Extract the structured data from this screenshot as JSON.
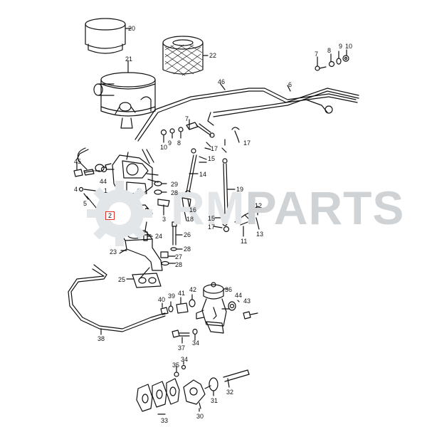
{
  "watermark": {
    "brand_a": "RM",
    "brand_b": "PARTS"
  },
  "callouts": {
    "c20": "20",
    "c21": "21",
    "c22": "22",
    "c46": "46",
    "c6": "6",
    "c7": "7",
    "c8a": "8",
    "c9a": "9",
    "c10a": "10",
    "c10b": "10",
    "c9b": "9",
    "c8b": "8",
    "c7b": "7",
    "c17a": "17",
    "c17b": "17",
    "c15a": "15",
    "c14": "14",
    "c45": "45",
    "c44": "44",
    "c4": "4",
    "c1": "1",
    "c5": "5",
    "c3": "3",
    "c29": "29",
    "c28a": "28",
    "c16": "16",
    "c18": "18",
    "c19": "19",
    "c15b": "15",
    "c17c": "17",
    "c12": "12",
    "c13": "13",
    "c11": "11",
    "c2": "2",
    "c24": "24",
    "c26": "26",
    "c23": "23",
    "c28b": "28",
    "c27": "27",
    "c28c": "28",
    "c25": "25",
    "c36": "36",
    "c40": "40",
    "c39": "39",
    "c41": "41",
    "c42": "42",
    "c44b": "44",
    "c43": "43",
    "c38": "38",
    "c37": "37",
    "c34a": "34",
    "c35": "35",
    "c34b": "34",
    "c33": "33",
    "c30": "30",
    "c31": "31",
    "c32": "32"
  }
}
